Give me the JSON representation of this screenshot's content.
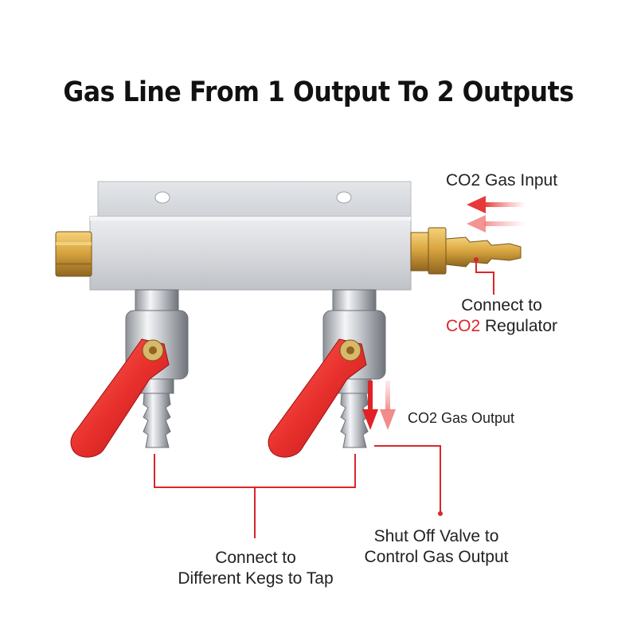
{
  "title": "Gas Line From 1 Output To 2 Outputs",
  "labels": {
    "gas_input": "CO2 Gas Input",
    "connect_regulator_line1": "Connect to",
    "connect_regulator_co2": "CO2",
    "connect_regulator_rest": " Regulator",
    "gas_output": "CO2 Gas Output",
    "shutoff_line1": "Shut Off Valve to",
    "shutoff_line2": "Control Gas Output",
    "kegs_line1": "Connect to",
    "kegs_line2": "Different Kegs to Tap"
  },
  "colors": {
    "accent_red": "#d9262b",
    "handle_red": "#e8302c",
    "aluminum": "#d4d6da",
    "brass": "#d4a13a",
    "chrome": "#c9ccd1",
    "text": "#222222"
  }
}
